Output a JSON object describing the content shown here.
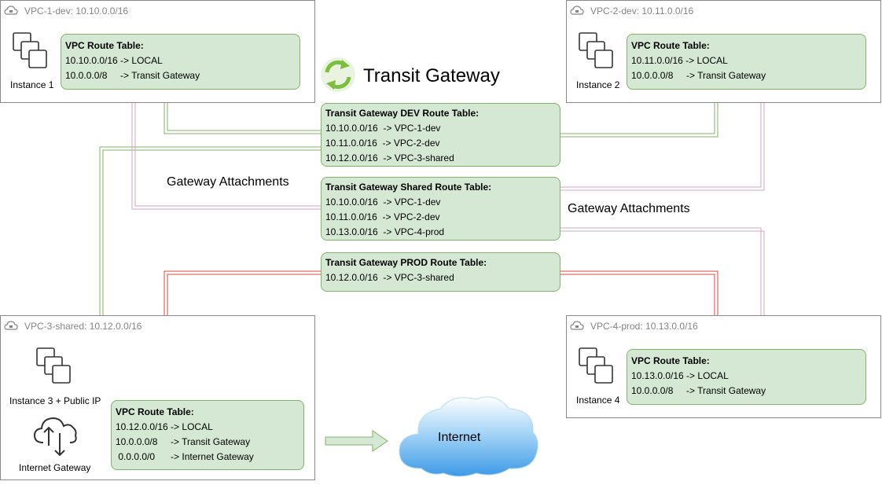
{
  "transit_gateway": {
    "title": "Transit Gateway"
  },
  "attachments": {
    "left_label": "Gateway Attachments",
    "right_label": "Gateway Attachments"
  },
  "vpcs": {
    "vpc1": {
      "title": "VPC-1-dev: 10.10.0.0/16",
      "instance": "Instance 1",
      "route_table": {
        "heading": "VPC Route Table:",
        "rows": [
          "10.10.0.0/16 -> LOCAL",
          "10.0.0.0/8     -> Transit Gateway"
        ]
      }
    },
    "vpc2": {
      "title": "VPC-2-dev: 10.11.0.0/16",
      "instance": "Instance 2",
      "route_table": {
        "heading": "VPC Route Table:",
        "rows": [
          "10.11.0.0/16 -> LOCAL",
          "10.0.0.0/8     -> Transit Gateway"
        ]
      }
    },
    "vpc3": {
      "title": "VPC-3-shared: 10.12.0.0/16",
      "instance": "Instance 3 + Public IP",
      "internet_gateway": "Internet Gateway",
      "route_table": {
        "heading": "VPC Route Table:",
        "rows": [
          "10.12.0.0/16 -> LOCAL",
          "10.0.0.0/8     -> Transit Gateway",
          " 0.0.0.0/0      -> Internet Gateway"
        ]
      }
    },
    "vpc4": {
      "title": "VPC-4-prod: 10.13.0.0/16",
      "instance": "Instance 4",
      "route_table": {
        "heading": "VPC Route Table:",
        "rows": [
          "10.13.0.0/16 -> LOCAL",
          "10.0.0.0/8     -> Transit Gateway"
        ]
      }
    }
  },
  "tgw_tables": {
    "dev": {
      "heading": "Transit Gateway DEV Route Table:",
      "rows": [
        "10.10.0.0/16  -> VPC-1-dev",
        "10.11.0.0/16  -> VPC-2-dev",
        "10.12.0.0/16  -> VPC-3-shared"
      ]
    },
    "shared": {
      "heading": "Transit Gateway Shared Route Table:",
      "rows": [
        "10.10.0.0/16  -> VPC-1-dev",
        "10.11.0.0/16  -> VPC-2-dev",
        "10.13.0.0/16  -> VPC-4-prod"
      ]
    },
    "prod": {
      "heading": "Transit Gateway PROD Route Table:",
      "rows": [
        "10.12.0.0/16  -> VPC-3-shared"
      ]
    }
  },
  "internet": {
    "label": "Internet"
  },
  "colors": {
    "green_line": "#82b366",
    "pink_line": "#d6a7c0",
    "red_line": "#e0463a",
    "box_fill": "#d5e8d4",
    "box_border": "#82b366"
  }
}
